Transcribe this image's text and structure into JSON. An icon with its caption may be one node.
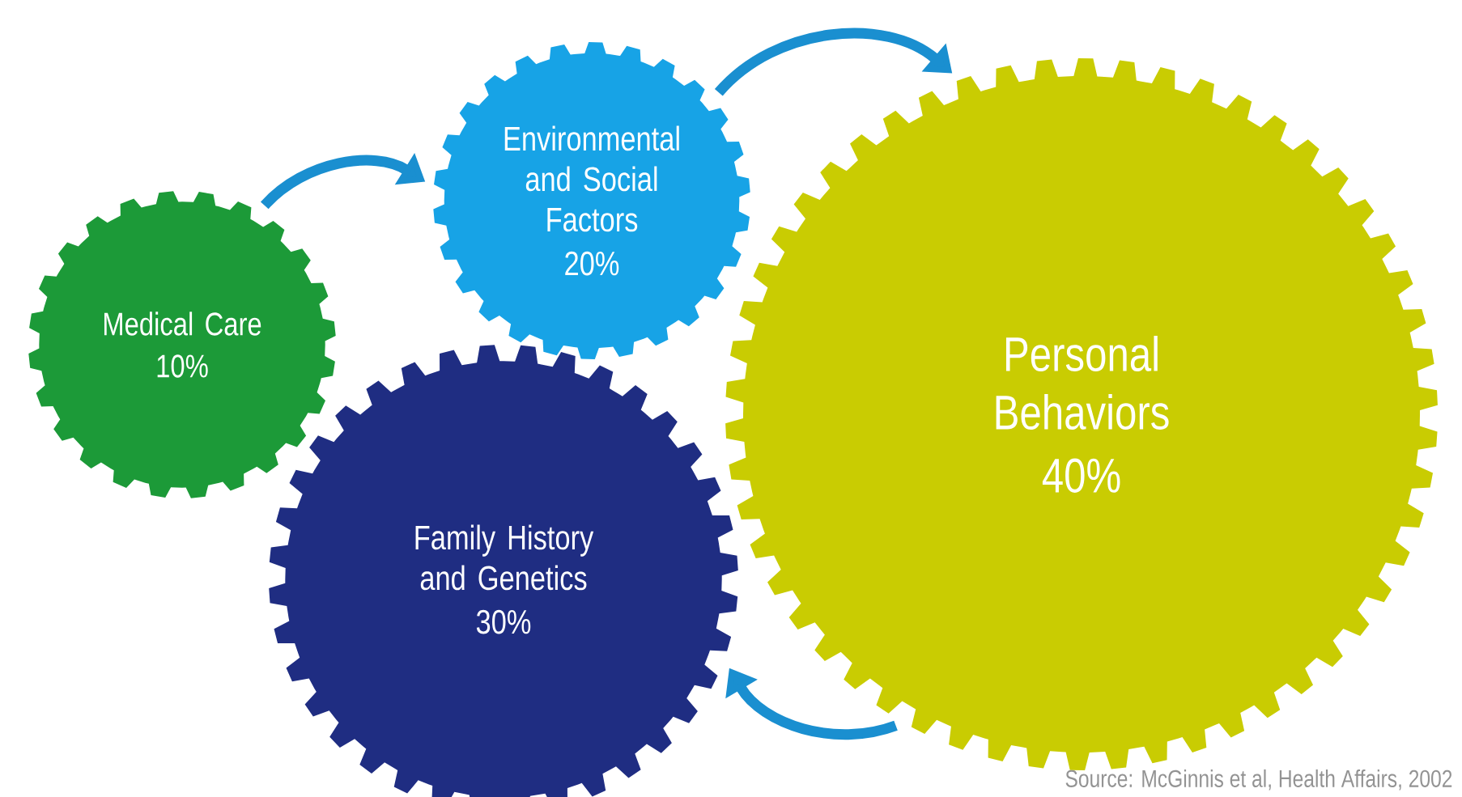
{
  "diagram": {
    "nodes": [
      {
        "text": [
          "Medical Care",
          "10%"
        ]
      },
      {
        "text": [
          "Environmental and Social Factors",
          "20%"
        ]
      },
      {
        "text": [
          "Family History and Genetics",
          "30%"
        ]
      },
      {
        "text": [
          "Personal Behaviors",
          "40%"
        ]
      }
    ],
    "edges": [
      {
        "from": 0,
        "to": 1,
        "arrow": "to"
      },
      {
        "from": 1,
        "to": 3,
        "arrow": "to"
      },
      {
        "from": 3,
        "to": 2,
        "arrow": "to"
      }
    ],
    "labels": [
      "Source: McGinnis et al, Health Affairs, 2002"
    ]
  }
}
